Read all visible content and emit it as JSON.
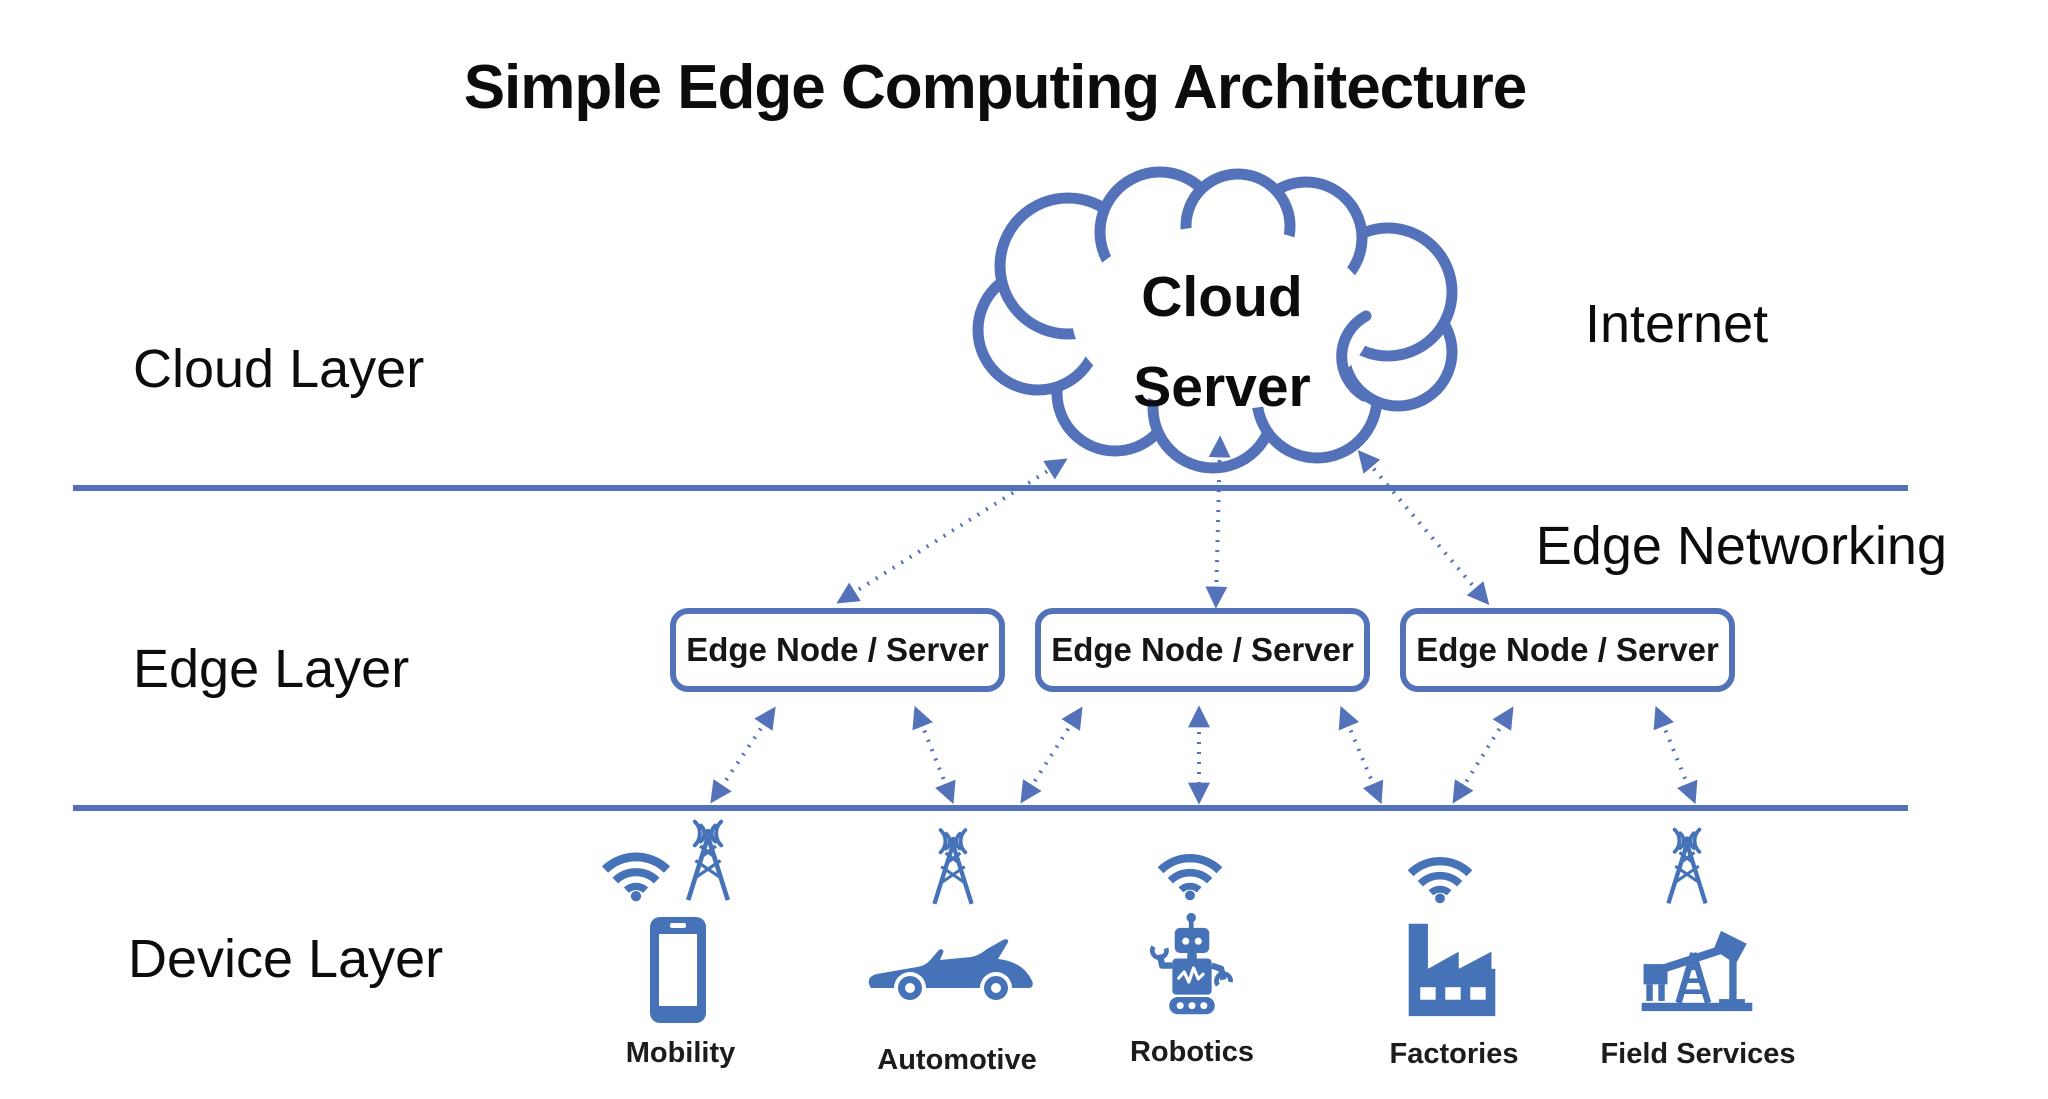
{
  "title": "Simple Edge Computing Architecture",
  "colors": {
    "accent": "#5472ba",
    "icon": "#4673b7",
    "text": "#111111"
  },
  "layer_labels": {
    "cloud": "Cloud Layer",
    "edge": "Edge Layer",
    "device": "Device Layer"
  },
  "annotations": {
    "internet": "Internet",
    "edge_networking": "Edge Networking"
  },
  "cloud": {
    "label": "Cloud Server"
  },
  "edge_nodes": [
    {
      "label": "Edge Node / Server"
    },
    {
      "label": "Edge Node / Server"
    },
    {
      "label": "Edge Node / Server"
    }
  ],
  "devices": [
    {
      "label": "Mobility",
      "icons": [
        "wifi-icon",
        "radio-tower-icon",
        "smartphone-icon"
      ]
    },
    {
      "label": "Automotive",
      "icons": [
        "radio-tower-icon",
        "car-icon"
      ]
    },
    {
      "label": "Robotics",
      "icons": [
        "wifi-icon",
        "robot-icon"
      ]
    },
    {
      "label": "Factories",
      "icons": [
        "wifi-icon",
        "factory-icon"
      ]
    },
    {
      "label": "Field Services",
      "icons": [
        "radio-tower-icon",
        "oil-pump-icon"
      ]
    }
  ],
  "arrows": {
    "style": "dotted double-headed",
    "cloud_to_edge_count": 3,
    "edge_to_device_count": 7
  }
}
